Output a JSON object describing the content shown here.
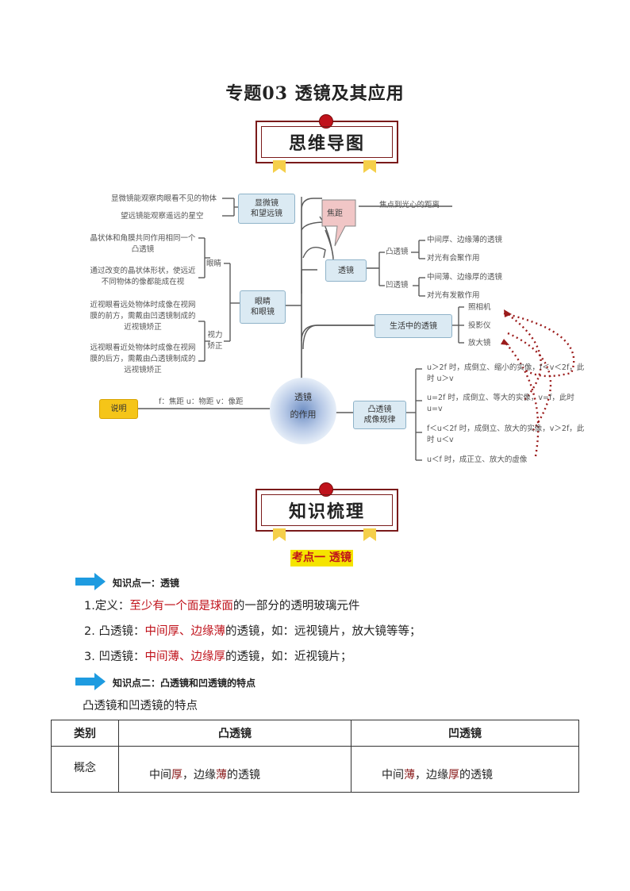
{
  "title": "专题03  透镜及其应用",
  "banner1": "思维导图",
  "banner2": "知识梳理",
  "mindmap": {
    "center": [
      "透镜",
      "的作用"
    ],
    "shuoming": "说明",
    "shuoming_text": "f：焦距    u：物距    v：像距",
    "xianweijing": [
      "显微镜",
      "和望远镜"
    ],
    "xianweijing_leaves": [
      "显微镜能观察肉眼看不见的物体",
      "望远镜能观察遥远的星空"
    ],
    "jiaoju": "焦距",
    "jiaoju_leaf": "焦点到光心的距离",
    "toujing": "透镜",
    "tutoujing": "凸透镜",
    "tu_leaves": [
      "中间厚、边缘薄的透镜",
      "对光有会聚作用"
    ],
    "aotoujing": "凹透镜",
    "ao_leaves": [
      "中间薄、边缘厚的透镜",
      "对光有发散作用"
    ],
    "yanjing": [
      "眼睛",
      "和眼镜"
    ],
    "eye_label": "眼睛",
    "eye_leaves": [
      "晶状体和角膜共同作用相同一个凸透镜",
      "通过改变的晶状体形状，使远近不同物体的像都能成在视"
    ],
    "vision_label": "视力矫正",
    "vision_leaves": [
      "近视眼看远处物体时成像在视网膜的前方，需戴由凹透镜制成的近视镜矫正",
      "远视眼看近处物体时成像在视网膜的后方，需戴由凸透镜制成的远视镜矫正"
    ],
    "shenghuo": "生活中的透镜",
    "shenghuo_leaves": [
      "照相机",
      "投影仪",
      "放大镜"
    ],
    "guilu": [
      "凸透镜",
      "成像规律"
    ],
    "guilu_leaves": [
      "u＞2f 时，成倒立、缩小的实像，f＜v＜2f，此时 u＞v",
      "u=2f 时，成倒立、等大的实像，v=f，此时 u=v",
      "f＜u＜2f 时，成倒立、放大的实像，v＞2f，此时 u＜v",
      "u＜f 时，成正立、放大的虚像"
    ]
  },
  "kaodian": "考点一  透镜",
  "kp1": {
    "title": "知识点一：透镜",
    "l1_pre": "1.定义：",
    "l1_red": "至少有一个面是球面",
    "l1_post": "的一部分的透明玻璃元件",
    "l2_pre": "2. 凸透镜：",
    "l2_red": "中间厚、边缘薄",
    "l2_post": "的透镜，如：远视镜片，放大镜等等；",
    "l3_pre": "3. 凹透镜：",
    "l3_red": "中间薄、边缘厚",
    "l3_post": "的透镜，如：近视镜片；"
  },
  "kp2": {
    "title": "知识点二：凸透镜和凹透镜的特点",
    "subtitle": "凸透镜和凹透镜的特点"
  },
  "table": {
    "headers": [
      "类别",
      "凸透镜",
      "凹透镜"
    ],
    "row_label": "概念",
    "tu": {
      "a": "中间",
      "b": "厚",
      "c": "，边缘",
      "d": "薄",
      "e": "的透镜"
    },
    "ao": {
      "a": "中间",
      "b": "薄",
      "c": "，边缘",
      "d": "厚",
      "e": "的透镜"
    }
  },
  "colors": {
    "accent_red": "#c0121b",
    "node_blue": "#dbeaf3",
    "arrow_blue": "#1e9be0",
    "ribbon": "#f5cf4a"
  }
}
